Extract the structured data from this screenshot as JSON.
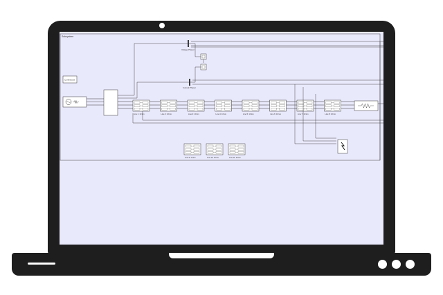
{
  "model": {
    "subsystem_label": "Subsystem",
    "solver_label": "Continuous",
    "voltage_label": "Voltage Phasor",
    "current_label": "Current Phasor",
    "line_labels": [
      "Line 1: 10 km",
      "Line 2: 10 km",
      "Line 3: 10 km",
      "Line 4: 10 km",
      "Line 5: 10 km",
      "Line 6: 10 km",
      "Line 7: 10 km",
      "Line 8: 10 km"
    ],
    "extra_line_labels": [
      "Line 9: 10 km",
      "Line 10: 10 km",
      "Line 11: 10 km"
    ]
  },
  "colors": {
    "screen_bg": "#e9e9fc",
    "bezel": "#1e1e1e",
    "wire": "#333333"
  }
}
